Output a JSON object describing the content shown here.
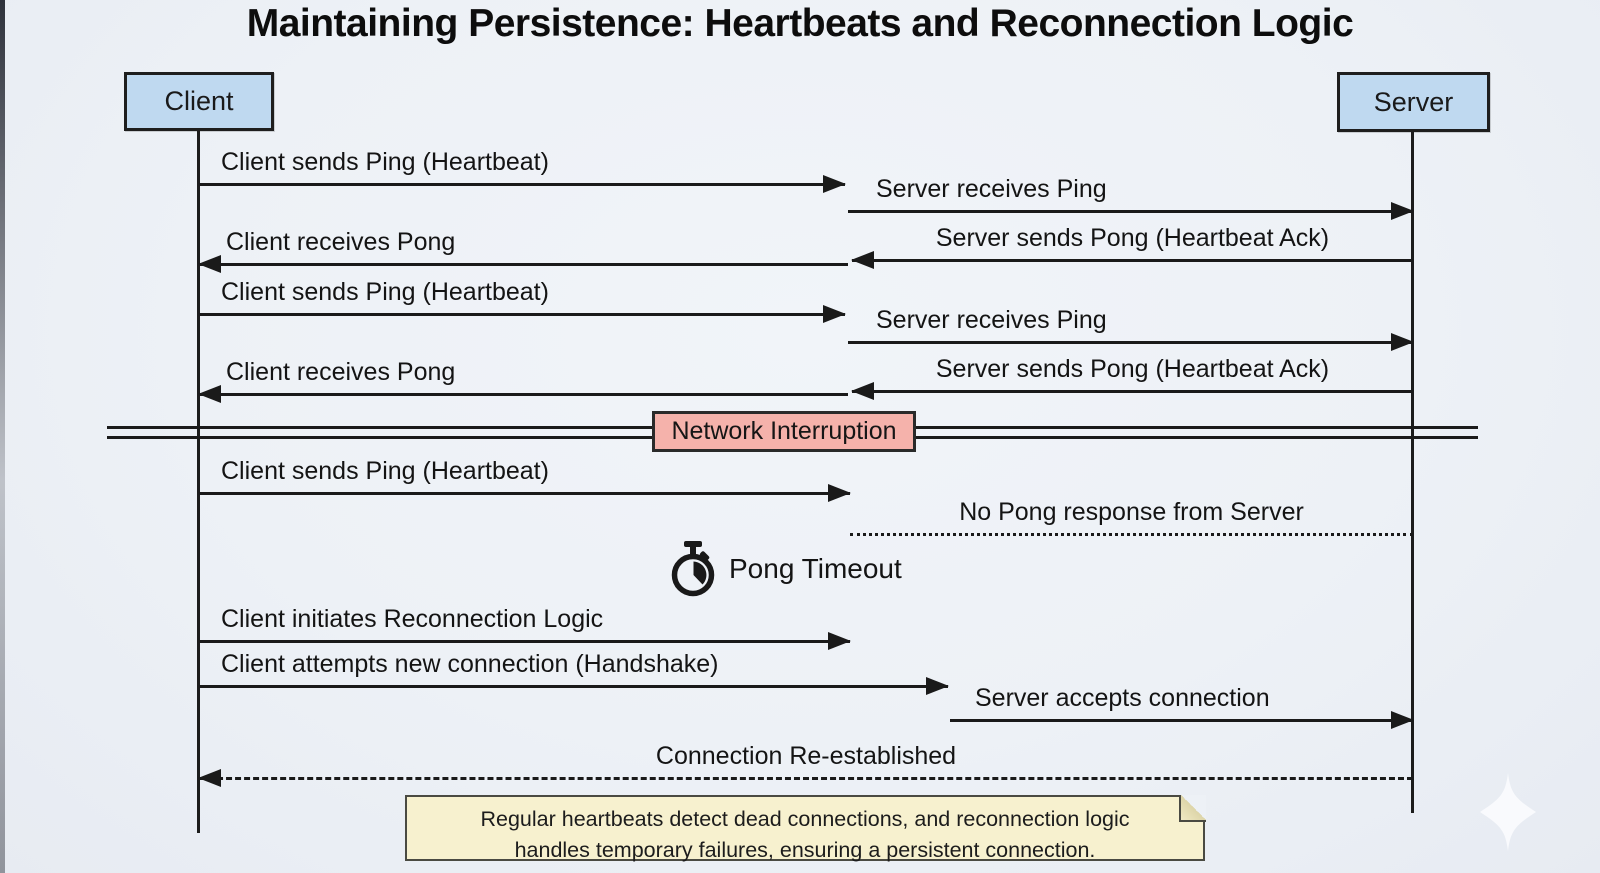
{
  "title": "Maintaining Persistence: Heartbeats and Reconnection Logic",
  "actors": {
    "client": "Client",
    "server": "Server"
  },
  "colors": {
    "background": "#edf1f6",
    "actor_fill": "#bfd9f0",
    "divider_fill": "#f5b2ab",
    "note_fill": "#f7f1cf",
    "line": "#1a1a1a"
  },
  "diagram": {
    "type": "sequence",
    "messages": [
      {
        "label": "Client sends Ping (Heartbeat)",
        "from": "client",
        "to": "center",
        "style": "solid",
        "arrow": "right"
      },
      {
        "label": "Server receives Ping",
        "from": "center",
        "to": "server",
        "style": "solid",
        "arrow": "right"
      },
      {
        "label": "Server sends Pong (Heartbeat Ack)",
        "from": "server",
        "to": "center",
        "style": "solid",
        "arrow": "left"
      },
      {
        "label": "Client receives Pong",
        "from": "center",
        "to": "client",
        "style": "solid",
        "arrow": "left"
      },
      {
        "label": "Client sends Ping (Heartbeat)",
        "from": "client",
        "to": "center",
        "style": "solid",
        "arrow": "right"
      },
      {
        "label": "Server receives Ping",
        "from": "center",
        "to": "server",
        "style": "solid",
        "arrow": "right"
      },
      {
        "label": "Server sends Pong (Heartbeat Ack)",
        "from": "server",
        "to": "center",
        "style": "solid",
        "arrow": "left"
      },
      {
        "label": "Client receives Pong",
        "from": "center",
        "to": "client",
        "style": "solid",
        "arrow": "left"
      },
      {
        "label": "Client sends Ping (Heartbeat)",
        "from": "client",
        "to": "center",
        "style": "solid",
        "arrow": "right"
      },
      {
        "label": "No Pong response from Server",
        "from": "center",
        "to": "server",
        "style": "dotted",
        "arrow": "none"
      },
      {
        "label": "Client initiates Reconnection Logic",
        "from": "client",
        "to": "center",
        "style": "solid",
        "arrow": "right"
      },
      {
        "label": "Client attempts new connection (Handshake)",
        "from": "client",
        "to": "center",
        "style": "solid",
        "arrow": "right"
      },
      {
        "label": "Server accepts connection",
        "from": "center",
        "to": "server",
        "style": "solid",
        "arrow": "right"
      },
      {
        "label": "Connection Re-established",
        "from": "server",
        "to": "client",
        "style": "dashed",
        "arrow": "left"
      }
    ],
    "divider": {
      "label": "Network Interruption"
    },
    "timeout": {
      "label": "Pong Timeout",
      "icon": "stopwatch-icon"
    },
    "note": {
      "line1": "Regular heartbeats detect dead connections, and reconnection logic",
      "line2": "handles temporary failures, ensuring a persistent connection."
    }
  }
}
